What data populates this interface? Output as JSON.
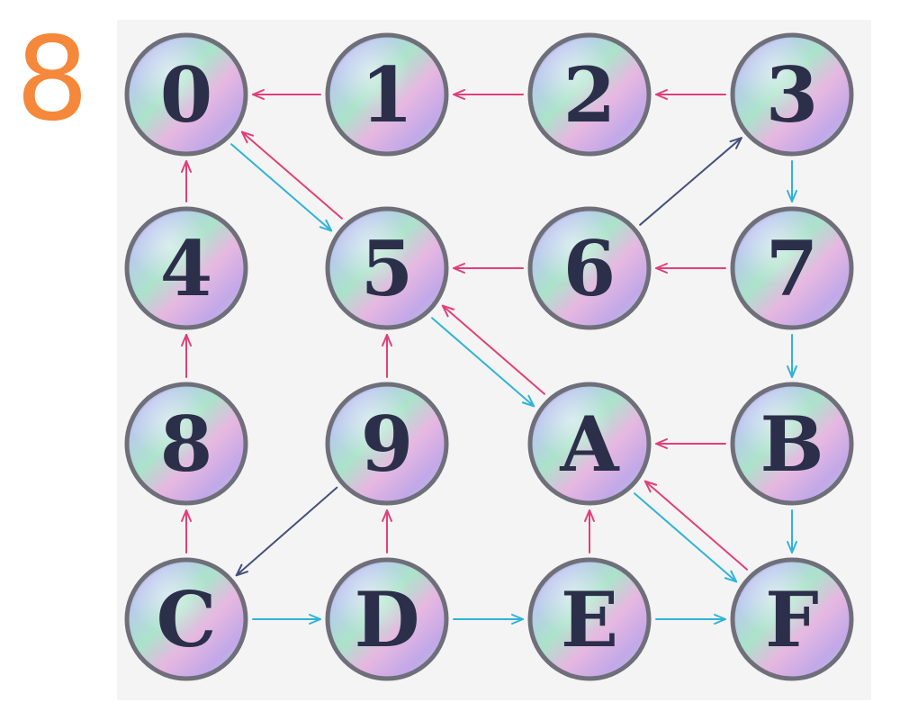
{
  "puzzle_number": "8",
  "colors": {
    "panel": "#f4f4f4",
    "ring": "#6f6f7a",
    "text": "#2c2f4a",
    "pink": "#e0407a",
    "cyan": "#2fb4d6",
    "dark": "#46507a",
    "number_color": "#f5883a"
  },
  "nodes": [
    {
      "id": "n0",
      "label": "0",
      "row": 0,
      "col": 0
    },
    {
      "id": "n1",
      "label": "1",
      "row": 0,
      "col": 1
    },
    {
      "id": "n2",
      "label": "2",
      "row": 0,
      "col": 2
    },
    {
      "id": "n3",
      "label": "3",
      "row": 0,
      "col": 3
    },
    {
      "id": "n4",
      "label": "4",
      "row": 1,
      "col": 0
    },
    {
      "id": "n5",
      "label": "5",
      "row": 1,
      "col": 1
    },
    {
      "id": "n6",
      "label": "6",
      "row": 1,
      "col": 2
    },
    {
      "id": "n7",
      "label": "7",
      "row": 1,
      "col": 3
    },
    {
      "id": "n8",
      "label": "8",
      "row": 2,
      "col": 0
    },
    {
      "id": "n9",
      "label": "9",
      "row": 2,
      "col": 1
    },
    {
      "id": "nA",
      "label": "A",
      "row": 2,
      "col": 2
    },
    {
      "id": "nB",
      "label": "B",
      "row": 2,
      "col": 3
    },
    {
      "id": "nC",
      "label": "C",
      "row": 3,
      "col": 0
    },
    {
      "id": "nD",
      "label": "D",
      "row": 3,
      "col": 1
    },
    {
      "id": "nE",
      "label": "E",
      "row": 3,
      "col": 2
    },
    {
      "id": "nF",
      "label": "F",
      "row": 3,
      "col": 3
    }
  ],
  "edges": [
    {
      "from": "1",
      "to": "0",
      "color": "pink"
    },
    {
      "from": "2",
      "to": "1",
      "color": "pink"
    },
    {
      "from": "3",
      "to": "2",
      "color": "pink"
    },
    {
      "from": "4",
      "to": "0",
      "color": "pink"
    },
    {
      "from": "8",
      "to": "4",
      "color": "pink"
    },
    {
      "from": "C",
      "to": "8",
      "color": "pink"
    },
    {
      "from": "9",
      "to": "5",
      "color": "pink"
    },
    {
      "from": "D",
      "to": "9",
      "color": "pink"
    },
    {
      "from": "E",
      "to": "A",
      "color": "pink"
    },
    {
      "from": "6",
      "to": "5",
      "color": "pink"
    },
    {
      "from": "7",
      "to": "6",
      "color": "pink"
    },
    {
      "from": "B",
      "to": "A",
      "color": "pink"
    },
    {
      "from": "5",
      "to": "0",
      "color": "pink",
      "offset": 1
    },
    {
      "from": "0",
      "to": "5",
      "color": "cyan",
      "offset": 1
    },
    {
      "from": "A",
      "to": "5",
      "color": "pink",
      "offset": 1
    },
    {
      "from": "5",
      "to": "A",
      "color": "cyan",
      "offset": 1
    },
    {
      "from": "F",
      "to": "A",
      "color": "pink",
      "offset": 1
    },
    {
      "from": "A",
      "to": "F",
      "color": "cyan",
      "offset": 1
    },
    {
      "from": "3",
      "to": "7",
      "color": "cyan"
    },
    {
      "from": "7",
      "to": "B",
      "color": "cyan"
    },
    {
      "from": "B",
      "to": "F",
      "color": "cyan"
    },
    {
      "from": "C",
      "to": "D",
      "color": "cyan"
    },
    {
      "from": "D",
      "to": "E",
      "color": "cyan"
    },
    {
      "from": "E",
      "to": "F",
      "color": "cyan"
    },
    {
      "from": "6",
      "to": "3",
      "color": "dark"
    },
    {
      "from": "9",
      "to": "C",
      "color": "dark"
    }
  ]
}
